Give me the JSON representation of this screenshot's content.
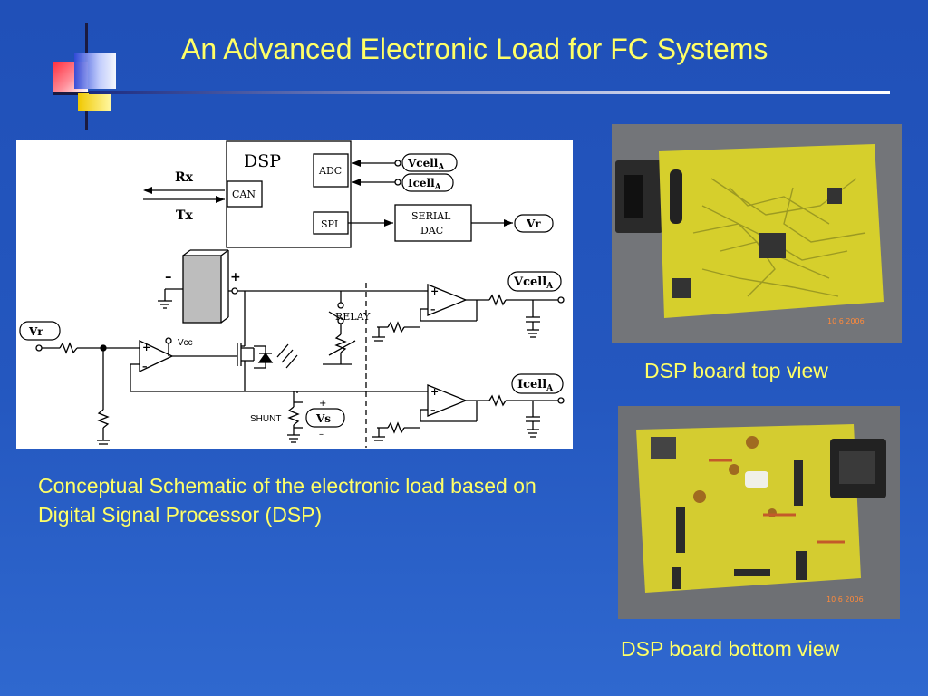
{
  "slide": {
    "title": "An Advanced Electronic Load for FC Systems",
    "colors": {
      "background": "#2457bf",
      "title_text": "#ffff66",
      "caption_text": "#ffff66",
      "board": "#d8d030"
    }
  },
  "schematic": {
    "caption": "Conceptual Schematic of the electronic load based on Digital Signal Processor (DSP)",
    "dsp_label": "DSP",
    "adc_label": "ADC",
    "can_label": "CAN",
    "spi_label": "SPI",
    "serial_dac_line1": "SERIAL",
    "serial_dac_line2": "DAC",
    "rx_label": "Rx",
    "tx_label": "Tx",
    "vcell_main": "Vcell",
    "vcell_sub": "A",
    "icell_main": "Icell",
    "icell_sub": "A",
    "vr_label": "Vr",
    "vs_label": "Vs",
    "vcc_label": "Vcc",
    "relay_label": "RELAY",
    "shunt_label": "SHUNT",
    "plus": "+",
    "minus": "–"
  },
  "photos": {
    "top_caption": "DSP board top view",
    "bottom_caption": "DSP board bottom view",
    "top_date_stamp": "10  6 2006",
    "bottom_date_stamp": "10  6 2006"
  }
}
